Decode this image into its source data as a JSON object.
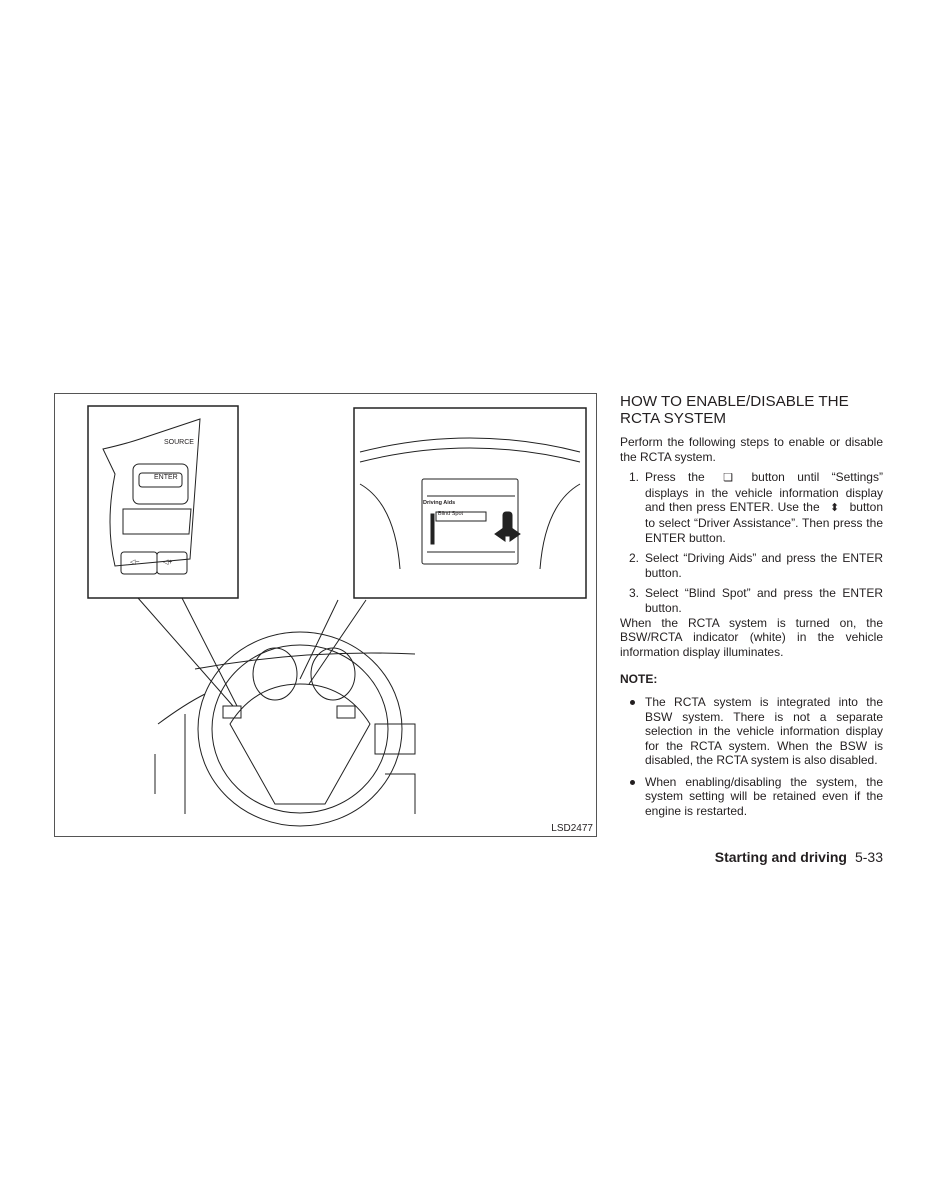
{
  "figure": {
    "code": "LSD2477",
    "switch_labels": {
      "source": "SOURCE",
      "enter": "ENTER",
      "vol_down": "◁−",
      "vol_up": "◁+"
    },
    "display": {
      "menu_title": "Driving Aids",
      "selected_item": "Blind Spot"
    }
  },
  "section": {
    "heading": "HOW TO ENABLE/DISABLE THE RCTA SYSTEM",
    "intro": "Perform the following steps to enable or disable the RCTA system.",
    "steps": [
      {
        "num": "1.",
        "pre": "Press the",
        "icon1": "❏",
        "mid": "button until “Settings” displays in the vehicle information display and then press ENTER. Use the",
        "icon2": "⬍",
        "post": "button to select “Driver Assistance”. Then press the ENTER button."
      },
      {
        "num": "2.",
        "text": "Select “Driving Aids” and press the ENTER button."
      },
      {
        "num": "3.",
        "text": "Select “Blind Spot” and press the ENTER button."
      }
    ],
    "after": "When the RCTA system is turned on, the BSW/RCTA indicator (white) in the vehicle information display illuminates.",
    "note_label": "NOTE:",
    "notes": [
      "The RCTA system is integrated into the BSW system. There is not a separate selection in the vehicle information display for the RCTA system. When the BSW is disabled, the RCTA system is also disabled.",
      "When enabling/disabling the system, the system setting will be retained even if the engine is restarted."
    ]
  },
  "footer": {
    "section": "Starting and driving",
    "page": "5-33"
  }
}
